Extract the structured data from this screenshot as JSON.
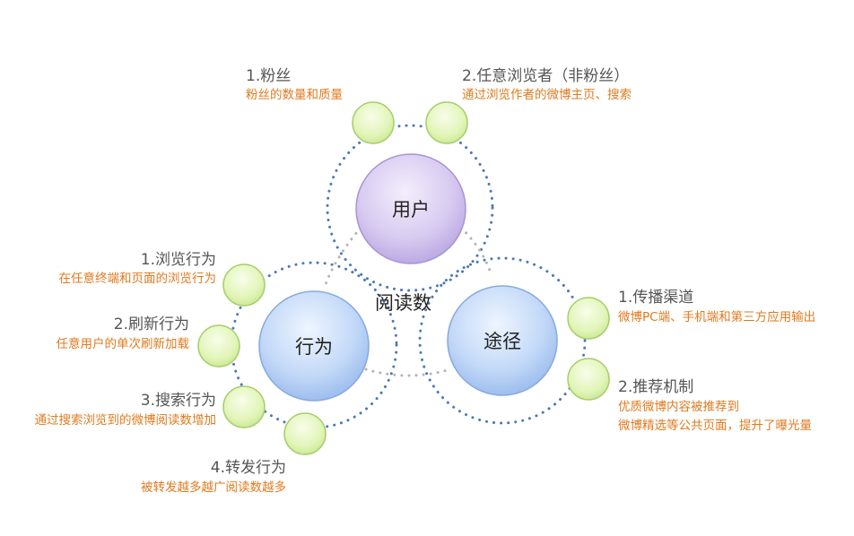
{
  "center_label": "阅读数",
  "hubs": {
    "user": "用户",
    "path": "途径",
    "behavior": "行为"
  },
  "user_items": [
    {
      "title": "1.粉丝",
      "desc": "粉丝的数量和质量"
    },
    {
      "title": "2.任意浏览者（非粉丝）",
      "desc": "通过浏览作者的微博主页、搜索"
    }
  ],
  "path_items": [
    {
      "title": "1.传播渠道",
      "desc": "微博PC端、手机端和第三方应用输出"
    },
    {
      "title": "2.推荐机制",
      "desc": "优质微博内容被推荐到",
      "desc2": "微博精选等公共页面，提升了曝光量"
    }
  ],
  "behavior_items": [
    {
      "title": "1.浏览行为",
      "desc": "在任意终端和页面的浏览行为"
    },
    {
      "title": "2.刷新行为",
      "desc": "任意用户的单次刷新加载"
    },
    {
      "title": "3.搜索行为",
      "desc": "通过搜索浏览到的微博阅读数增加"
    },
    {
      "title": "4.转发行为",
      "desc": "被转发越多越广阅读数越多"
    }
  ],
  "colors": {
    "user_fill": "#cfc0ec",
    "path_fill": "#b9d2f6",
    "behavior_fill": "#b9d2f6",
    "node_fill": "#e4f6c0",
    "dot_blue": "#4b78b8",
    "dot_gray": "#b5b5b5",
    "desc_text": "#e07a1f"
  }
}
